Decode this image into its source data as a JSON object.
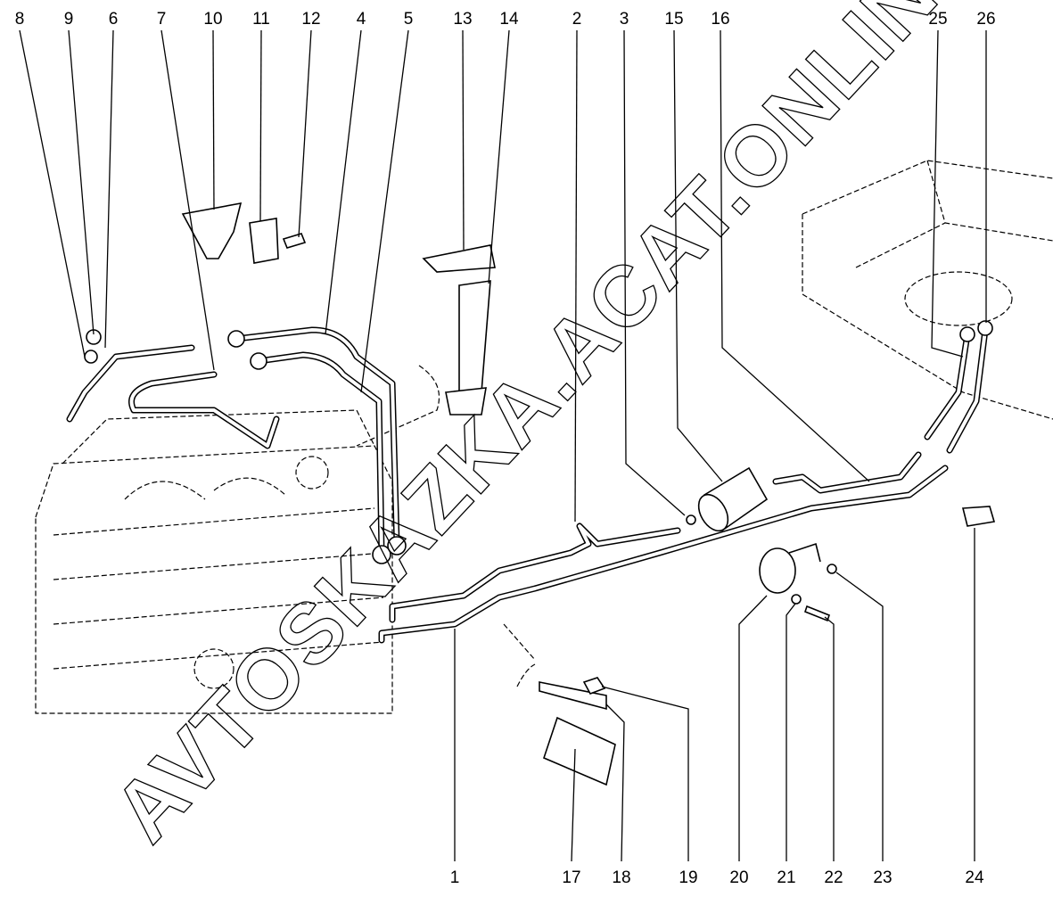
{
  "diagram": {
    "watermark": "AVTOSKAZKA.ACAT.ONLINE",
    "callouts_top": [
      "8",
      "9",
      "6",
      "7",
      "10",
      "11",
      "12",
      "4",
      "5",
      "13",
      "14",
      "2",
      "3",
      "15",
      "16",
      "25",
      "26"
    ],
    "callouts_bottom": [
      "1",
      "17",
      "18",
      "19",
      "20",
      "21",
      "22",
      "23",
      "24"
    ]
  }
}
